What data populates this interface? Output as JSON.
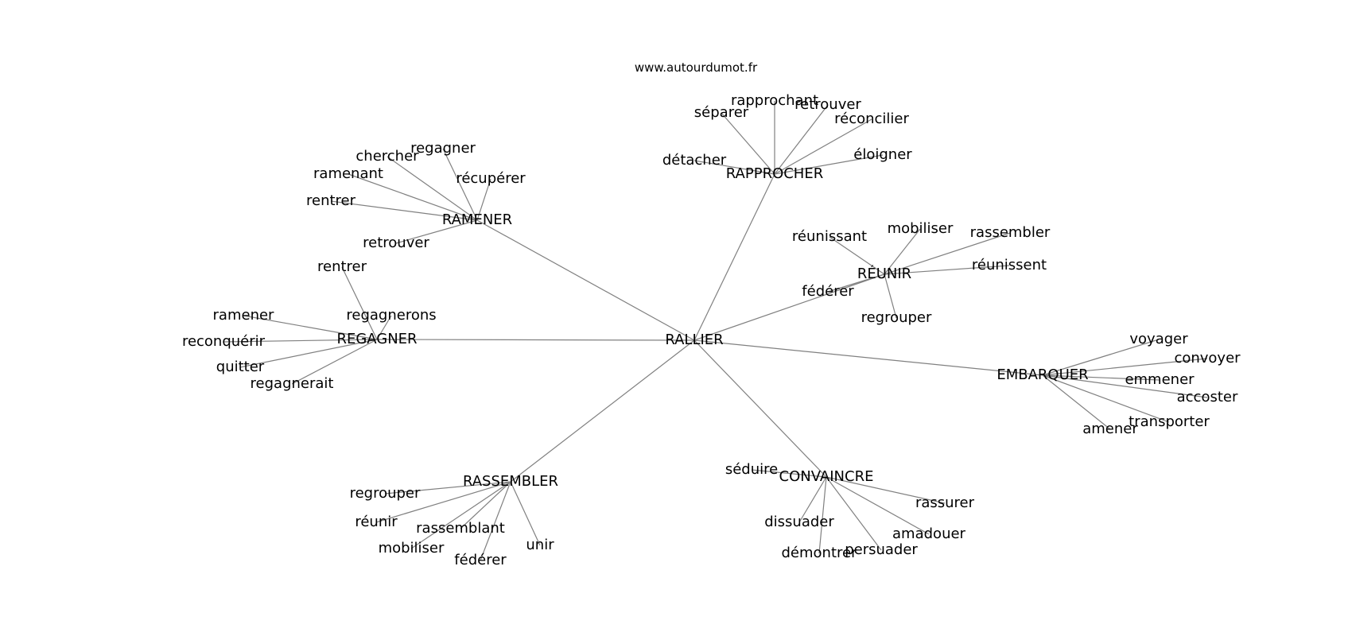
{
  "source": "www.autourdumot.fr",
  "center": "RALLIER",
  "hubs": [
    {
      "label": "RAPPROCHER",
      "leaves": [
        "séparer",
        "rapprochant",
        "retrouver",
        "réconcilier",
        "éloigner",
        "détacher"
      ]
    },
    {
      "label": "RAMENER",
      "leaves": [
        "regagner",
        "chercher",
        "ramenant",
        "récupérer",
        "rentrer",
        "retrouver"
      ]
    },
    {
      "label": "RÉUNIR",
      "leaves": [
        "réunissant",
        "mobiliser",
        "rassembler",
        "réunissent",
        "fédérer",
        "regrouper"
      ]
    },
    {
      "label": "REGAGNER",
      "leaves": [
        "rentrer",
        "regagnerons",
        "ramener",
        "reconquérir",
        "quitter",
        "regagnerait"
      ]
    },
    {
      "label": "EMBARQUER",
      "leaves": [
        "voyager",
        "convoyer",
        "emmener",
        "accoster",
        "transporter",
        "amener"
      ]
    },
    {
      "label": "RASSEMBLER",
      "leaves": [
        "regrouper",
        "réunir",
        "rassemblant",
        "mobiliser",
        "fédérer",
        "unir"
      ]
    },
    {
      "label": "CONVAINCRE",
      "leaves": [
        "séduire",
        "rassurer",
        "dissuader",
        "amadouer",
        "démontrer",
        "persuader"
      ]
    }
  ]
}
